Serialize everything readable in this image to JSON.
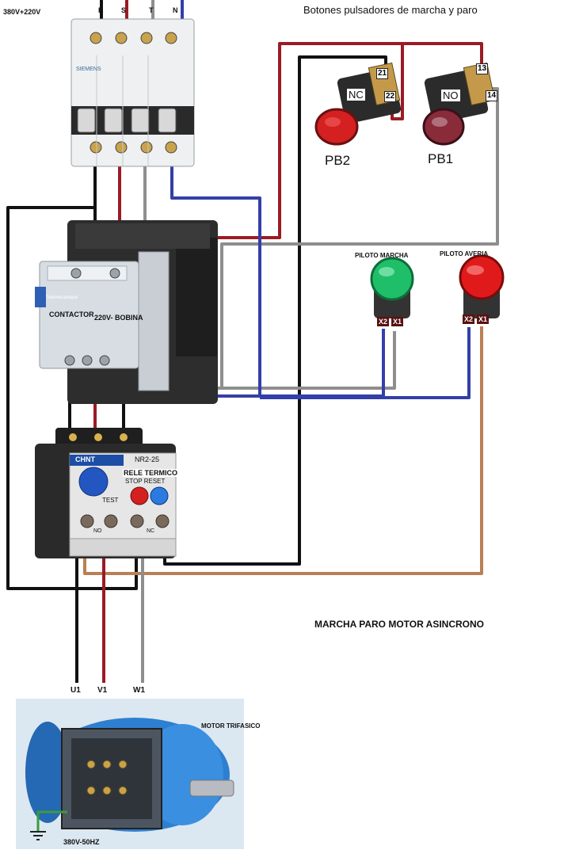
{
  "header": {
    "supply_voltage": "380V+220V",
    "buttons_title": "Botones pulsadores de marcha y paro"
  },
  "breaker": {
    "phase_labels": [
      "R",
      "S",
      "T",
      "N"
    ],
    "brand": "SIEMENS"
  },
  "pushbuttons": {
    "stop": {
      "name": "PB2",
      "type": "NC",
      "terminals": [
        "21",
        "22"
      ],
      "color": "#d42020"
    },
    "start": {
      "name": "PB1",
      "type": "NO",
      "terminals": [
        "13",
        "14"
      ],
      "color": "#8a2b3a"
    }
  },
  "pilots": {
    "run": {
      "label": "PILOTO MARCHA",
      "terminals": [
        "X2",
        "X1"
      ],
      "color": "#1fbf6a"
    },
    "fault": {
      "label": "PILOTO AVERIA",
      "terminals": [
        "X2",
        "X1"
      ],
      "color": "#e01a1a"
    }
  },
  "contactor": {
    "label": "CONTACTOR",
    "coil_label": "220V- BOBINA",
    "brand": "Telemecanique"
  },
  "overload_relay": {
    "brand": "CHNT",
    "model": "NR2-25",
    "label": "RELE TERMICO",
    "stop_reset": "STOP RESET",
    "test": "TEST",
    "contacts": [
      "NO",
      "NC"
    ]
  },
  "title": "MARCHA PARO MOTOR ASINCRONO",
  "motor": {
    "terminal_labels": [
      "U1",
      "V1",
      "W1"
    ],
    "label": "MOTOR TRIFASICO",
    "rating": "380V-50HZ"
  },
  "wire_colors": {
    "black": "#111111",
    "red": "#9b1b25",
    "gray": "#8e8e8e",
    "blue": "#3340a8",
    "brown": "#b98055"
  }
}
